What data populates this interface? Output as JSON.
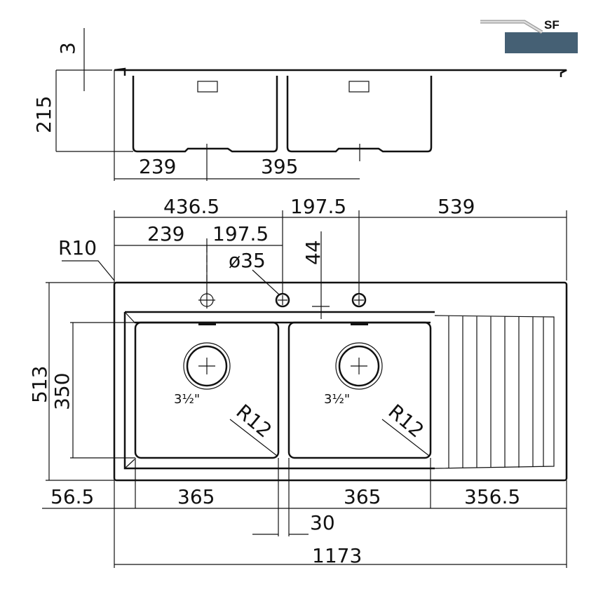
{
  "legend": {
    "label": "SF",
    "color": "#456074"
  },
  "side_view": {
    "thickness": "3",
    "depth": "215",
    "offset": "239",
    "spacing": "395"
  },
  "top_view": {
    "top_dims": [
      "436.5",
      "197.5",
      "539"
    ],
    "hole_dims": [
      "239",
      "197.5"
    ],
    "hole_diameter": "ø35",
    "hole_offset": "44",
    "corner_radius": "R10",
    "width": "513",
    "bowl_depth": "350",
    "bottom_dims": [
      "56.5",
      "365",
      "365",
      "356.5"
    ],
    "divider": "30",
    "total_length": "1173",
    "bowl_radius": [
      "R12",
      "R12"
    ],
    "waste_size": [
      "3½\"",
      "3½\""
    ]
  }
}
